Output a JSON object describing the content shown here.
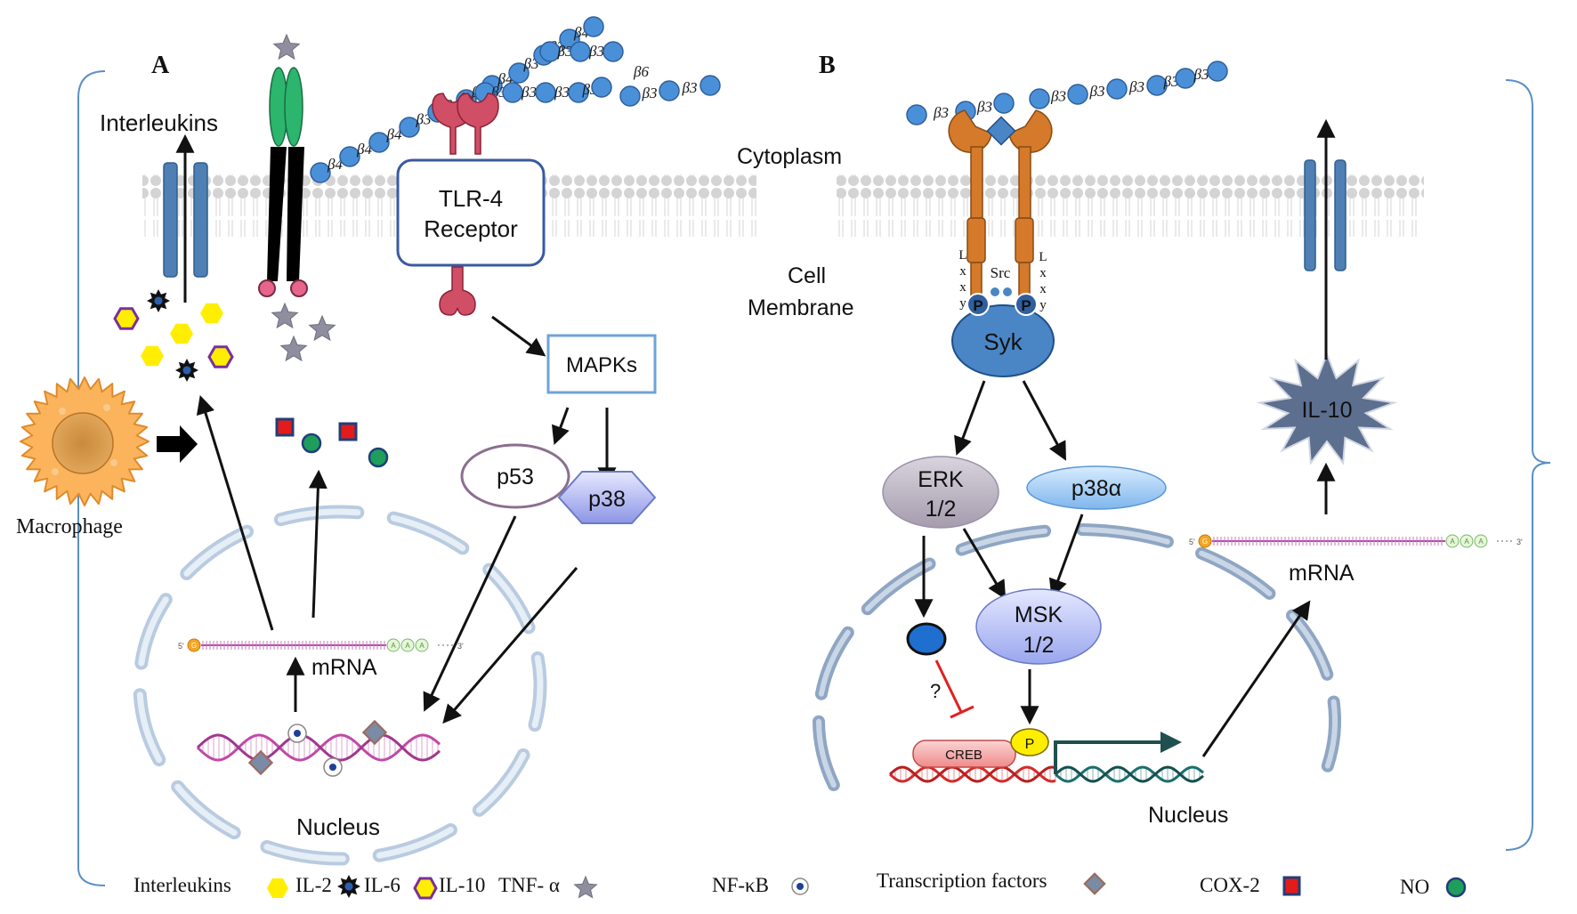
{
  "panels": {
    "a": "A",
    "b": "B"
  },
  "panel_a": {
    "interleukins": "Interleukins",
    "tlr4_line1": "TLR-4",
    "tlr4_line2": "Receptor",
    "mapks": "MAPKs",
    "p53": "p53",
    "p38": "p38",
    "macrophage": "Macrophage",
    "mrna": "mRNA",
    "nucleus": "Nucleus",
    "beads_b4": "β4",
    "beads_b3": "β3",
    "beads_b6": "β6"
  },
  "panel_b": {
    "cytoplasm": "Cytoplasm",
    "cell": "Cell",
    "membrane": "Membrane",
    "syk": "Syk",
    "src": "Src",
    "lxxy": [
      "L",
      "x",
      "x",
      "y"
    ],
    "p": "P",
    "erk_line1": "ERK",
    "erk_line2": "1/2",
    "p38a": "p38α",
    "msk_line1": "MSK",
    "msk_line2": "1/2",
    "question": "?",
    "creb": "CREB",
    "il10": "IL-10",
    "mrna": "mRNA",
    "nucleus": "Nucleus"
  },
  "mrna_strand": {
    "five": "5'",
    "g": "G",
    "a": "A",
    "three": "3'"
  },
  "legend": {
    "interleukins": "Interleukins",
    "il2": "IL-2",
    "il6": "IL-6",
    "il10": "IL-10",
    "tnf": "TNF- α",
    "nfkb": "NF-κB",
    "tf": "Transcription factors",
    "cox2": "COX-2",
    "no": "NO"
  },
  "colors": {
    "bead": "#4a90d9",
    "receptor_blue": "#4f7fb3",
    "tlr4": "#c2475f",
    "membrane": "#c8c8c8",
    "il2": "#ffee00",
    "il10_outline": "#7b2f9e",
    "macrophage": "#f5a94a",
    "nucleus_env": "#b9cbe0",
    "dna_pink": "#c04aa6",
    "dna_red": "#d62a2a",
    "dna_teal": "#1b6e6e",
    "syk": "#4a86c5",
    "integrin": "#d47a2a"
  }
}
